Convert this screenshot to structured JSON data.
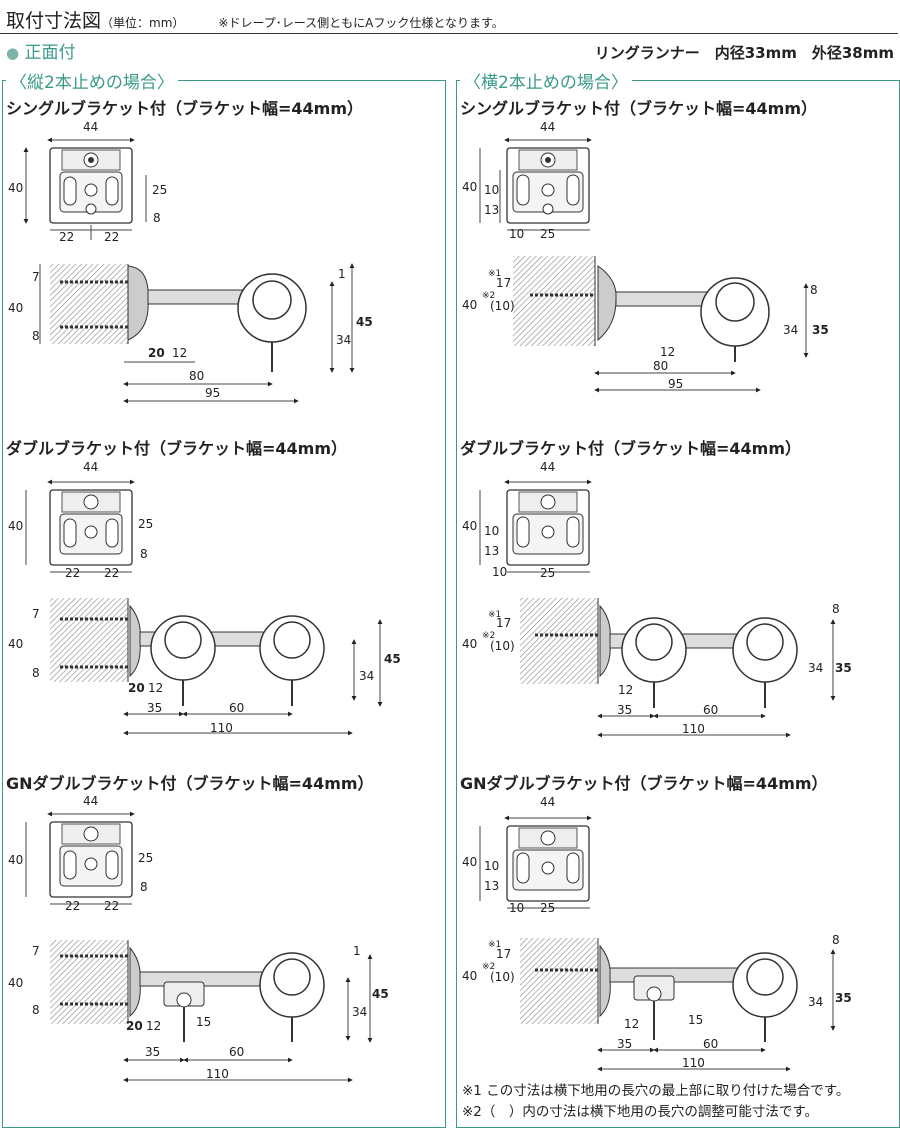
{
  "header": {
    "title": "取付寸法図",
    "unit": "（単位：mm）",
    "note": "※ドレープ･レース側ともにAフック仕様となります。"
  },
  "section": {
    "label": "正面付",
    "runner": "リングランナー　内径33mm　外径38mm"
  },
  "panels": {
    "left_title": "〈縦2本止めの場合〉",
    "right_title": "〈横2本止めの場合〉"
  },
  "subtitles": {
    "single": "シングルブラケット付（ブラケット幅=44mm）",
    "double": "ダブルブラケット付（ブラケット幅=44mm）",
    "gn_double": "GNダブルブラケット付（ブラケット幅=44mm）"
  },
  "dims": {
    "w44": "44",
    "h40": "40",
    "v25": "25",
    "v8": "8",
    "w22": "22",
    "v10": "10",
    "v13": "13",
    "v7": "7",
    "v1": "1",
    "v45": "45",
    "v34": "34",
    "v35": "35",
    "v20": "20",
    "v12": "12",
    "v80": "80",
    "v95": "95",
    "v60": "60",
    "v110": "110",
    "v15": "15",
    "v17": "17",
    "v10p": "(10)",
    "m1": "※1",
    "m2": "※2"
  },
  "footnotes": {
    "n1": "※1 この寸法は横下地用の長穴の最上部に取り付けた場合です。",
    "n2": "※2（　）内の寸法は横下地用の長穴の調整可能寸法です。"
  }
}
